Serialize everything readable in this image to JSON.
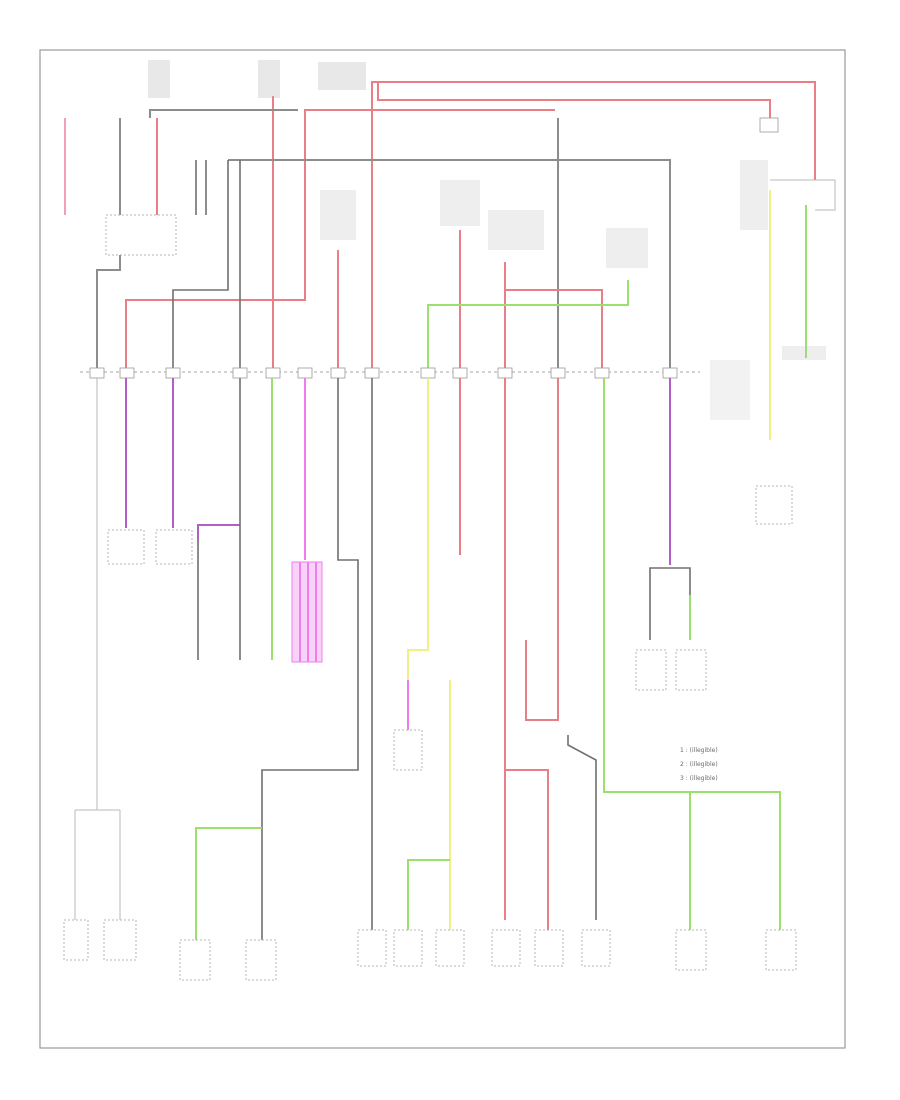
{
  "diagram": {
    "title": "",
    "legend": [
      "1 : (illegible)",
      "2 : (illegible)",
      "3 : (illegible)"
    ],
    "footer": "",
    "colors": {
      "red_wire": "#e87f86",
      "gray_wire": "#8d8d8d",
      "green_wire": "#9be06c",
      "yellow_wire": "#f0f089",
      "purple_wire": "#b05fc7",
      "magenta_wire": "#f07cf0",
      "frame": "#9a9a9a"
    }
  }
}
